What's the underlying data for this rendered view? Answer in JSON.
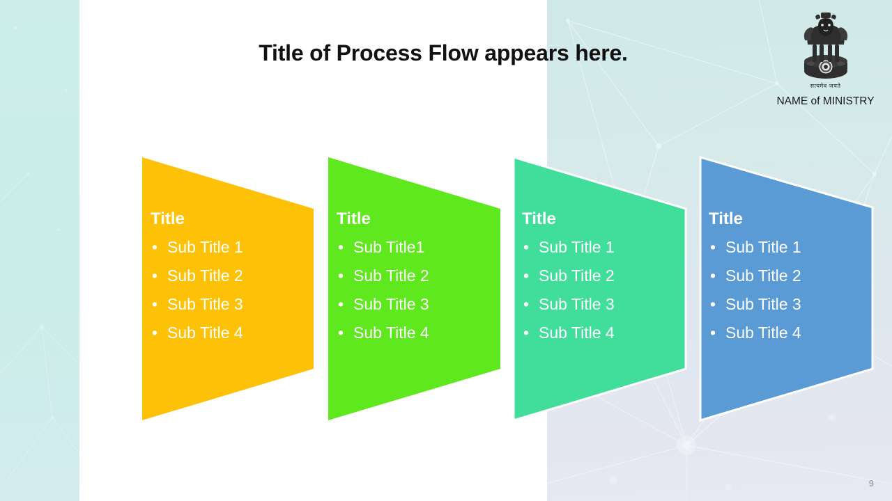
{
  "slide": {
    "title": "Title of Process Flow appears here.",
    "page_number": "9",
    "background": {
      "left_band_color": "#cdeee8",
      "right_band_top_color": "#cfe9e8",
      "right_band_bottom_color": "#e6e8f2",
      "main_color": "#ffffff"
    }
  },
  "branding": {
    "emblem_name": "state-emblem-of-india",
    "motto": "सत्यमेव जयते",
    "ministry_label": "NAME of MINISTRY"
  },
  "flow": {
    "panels": [
      {
        "color": "#FDC107",
        "title": "Title",
        "items": [
          "Sub Title 1",
          "Sub Title 2",
          "Sub Title 3",
          "Sub Title 4"
        ],
        "bullet": "•",
        "outlined": false
      },
      {
        "color": "#60E81E",
        "title": "Title",
        "items": [
          "Sub Title1",
          "Sub Title 2",
          "Sub Title 3",
          "Sub Title 4"
        ],
        "bullet": "•",
        "outlined": false
      },
      {
        "color": "#41DE9B",
        "title": "Title",
        "items": [
          "Sub Title 1",
          "Sub Title 2",
          "Sub Title 3",
          "Sub Title 4"
        ],
        "bullet": "•",
        "outlined": true
      },
      {
        "color": "#5B9BD5",
        "title": "Title",
        "items": [
          "Sub Title 1",
          "Sub Title 2",
          "Sub Title 3",
          "Sub Title 4"
        ],
        "bullet": "•",
        "outlined": true
      }
    ]
  }
}
